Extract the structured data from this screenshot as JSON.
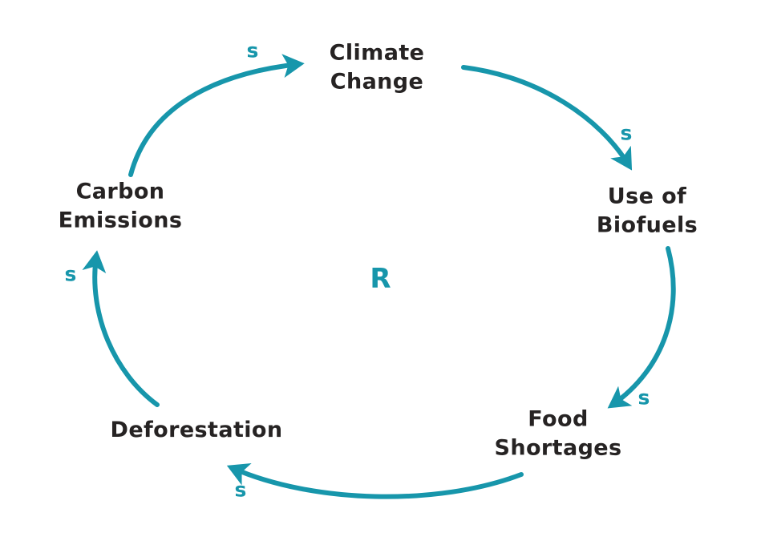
{
  "diagram": {
    "type": "causal-loop",
    "loop": {
      "label": "R"
    },
    "nodes": [
      {
        "id": "climate-change",
        "line1": "Climate",
        "line2": "Change"
      },
      {
        "id": "use-of-biofuels",
        "line1": "Use of",
        "line2": "Biofuels"
      },
      {
        "id": "food-shortages",
        "line1": "Food",
        "line2": "Shortages"
      },
      {
        "id": "deforestation",
        "line1": "Deforestation",
        "line2": ""
      },
      {
        "id": "carbon-emissions",
        "line1": "Carbon",
        "line2": "Emissions"
      }
    ],
    "links": [
      {
        "from": "carbon-emissions",
        "to": "climate-change",
        "polarity": "s"
      },
      {
        "from": "climate-change",
        "to": "use-of-biofuels",
        "polarity": "s"
      },
      {
        "from": "use-of-biofuels",
        "to": "food-shortages",
        "polarity": "s"
      },
      {
        "from": "food-shortages",
        "to": "deforestation",
        "polarity": "s"
      },
      {
        "from": "deforestation",
        "to": "carbon-emissions",
        "polarity": "s"
      }
    ]
  },
  "colors": {
    "accent": "#1796ab",
    "text": "#262323",
    "background": "#ffffff"
  }
}
